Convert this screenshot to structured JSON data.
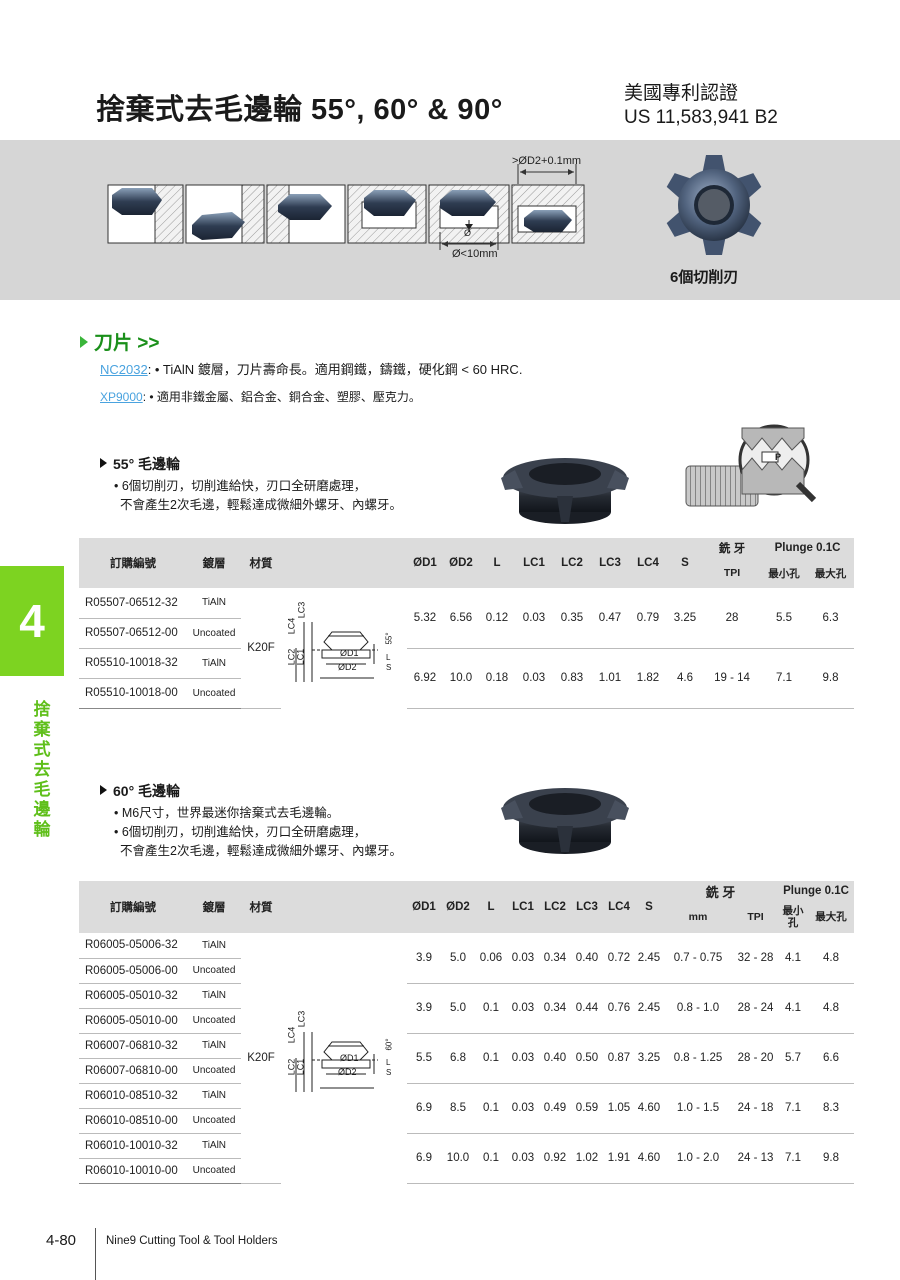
{
  "header": {
    "title": "捨棄式去毛邊輪 55°, 60° & 90°",
    "patent_line1": "美國專利認證",
    "patent_line2": "US 11,583,941 B2"
  },
  "band": {
    "dim_top": ">ØD2+0.1mm",
    "dim_bottom": "Ø<10mm",
    "dim_phi": "Ø",
    "cutter_label": "6個切削刃"
  },
  "inserts": {
    "heading": "刀片 >>",
    "line1_code": "NC2032",
    "line1_text": ": • TiAlN 鍍層，刀片壽命長。適用鋼鐵，鑄鐵，硬化鋼  < 60 HRC.",
    "line2_code": "XP9000",
    "line2_text": ": • 適用非鐵金屬、鋁合金、銅合金、塑膠、壓克力。"
  },
  "sec55": {
    "heading": "55° 毛邊輪",
    "bullet1": "• 6個切削刃，切削進給快，刃口全研磨處理，",
    "bullet1b": "不會產生2次毛邊，輕鬆達成微細外螺牙、內螺牙。"
  },
  "sec60": {
    "heading": "60° 毛邊輪",
    "bullet1": "• M6尺寸，世界最迷你捨棄式去毛邊輪。",
    "bullet2": "• 6個切削刃，切削進給快，刃口全研磨處理，",
    "bullet2b": "不會產生2次毛邊，輕鬆達成微細外螺牙、內螺牙。"
  },
  "diagram": {
    "lc4": "LC4",
    "lc3": "LC3",
    "lc2": "LC2",
    "lc1": "LC1",
    "l": "L",
    "s": "S",
    "d1": "ØD1",
    "d2": "ØD2",
    "ang55": "55°",
    "ang60": "60°",
    "p": "P"
  },
  "table55": {
    "h": {
      "order": "訂購編號",
      "coat": "鍍層",
      "mat": "材質",
      "d1": "ØD1",
      "d2": "ØD2",
      "l": "L",
      "lc1": "LC1",
      "lc2": "LC2",
      "lc3": "LC3",
      "lc4": "LC4",
      "s": "S",
      "thread": "銑 牙",
      "tpi": "TPI",
      "plunge": "Plunge 0.1C",
      "min": "最小孔",
      "max": "最大孔"
    },
    "codes": [
      "R05507-06512-32",
      "R05507-06512-00",
      "R05510-10018-32",
      "R05510-10018-00"
    ],
    "coats": [
      "TiAlN",
      "Uncoated",
      "TiAlN",
      "Uncoated"
    ],
    "material": "K20F",
    "rows": [
      [
        "5.32",
        "6.56",
        "0.12",
        "0.03",
        "0.35",
        "0.47",
        "0.79",
        "3.25",
        "28",
        "5.5",
        "6.3"
      ],
      [
        "6.92",
        "10.0",
        "0.18",
        "0.03",
        "0.83",
        "1.01",
        "1.82",
        "4.6",
        "19 - 14",
        "7.1",
        "9.8"
      ]
    ]
  },
  "table60": {
    "h": {
      "order": "訂購編號",
      "coat": "鍍層",
      "mat": "材質",
      "d1": "ØD1",
      "d2": "ØD2",
      "l": "L",
      "lc1": "LC1",
      "lc2": "LC2",
      "lc3": "LC3",
      "lc4": "LC4",
      "s": "S",
      "thread": "銑 牙",
      "mm": "mm",
      "tpi": "TPI",
      "plunge": "Plunge 0.1C",
      "min": "最小孔",
      "max": "最大孔"
    },
    "codes": [
      "R06005-05006-32",
      "R06005-05006-00",
      "R06005-05010-32",
      "R06005-05010-00",
      "R06007-06810-32",
      "R06007-06810-00",
      "R06010-08510-32",
      "R06010-08510-00",
      "R06010-10010-32",
      "R06010-10010-00"
    ],
    "coats": [
      "TiAlN",
      "Uncoated",
      "TiAlN",
      "Uncoated",
      "TiAlN",
      "Uncoated",
      "TiAlN",
      "Uncoated",
      "TiAlN",
      "Uncoated"
    ],
    "material": "K20F",
    "rows": [
      [
        "3.9",
        "5.0",
        "0.06",
        "0.03",
        "0.34",
        "0.40",
        "0.72",
        "2.45",
        "0.7 - 0.75",
        "32 - 28",
        "4.1",
        "4.8"
      ],
      [
        "3.9",
        "5.0",
        "0.1",
        "0.03",
        "0.34",
        "0.44",
        "0.76",
        "2.45",
        "0.8 - 1.0",
        "28 - 24",
        "4.1",
        "4.8"
      ],
      [
        "5.5",
        "6.8",
        "0.1",
        "0.03",
        "0.40",
        "0.50",
        "0.87",
        "3.25",
        "0.8 - 1.25",
        "28 - 20",
        "5.7",
        "6.6"
      ],
      [
        "6.9",
        "8.5",
        "0.1",
        "0.03",
        "0.49",
        "0.59",
        "1.05",
        "4.60",
        "1.0 - 1.5",
        "24 - 18",
        "7.1",
        "8.3"
      ],
      [
        "6.9",
        "10.0",
        "0.1",
        "0.03",
        "0.92",
        "1.02",
        "1.91",
        "4.60",
        "1.0 - 2.0",
        "24 - 13",
        "7.1",
        "9.8"
      ]
    ]
  },
  "sidebar": {
    "chapter": "4",
    "label": "捨棄式去毛邊輪"
  },
  "footer": {
    "page": "4-80",
    "text": "Nine9 Cutting Tool & Tool Holders"
  },
  "colors": {
    "green": "#7dd321",
    "band": "#d6d6d6",
    "header_cell": "#dcdcdc",
    "link": "#4aa3df"
  }
}
